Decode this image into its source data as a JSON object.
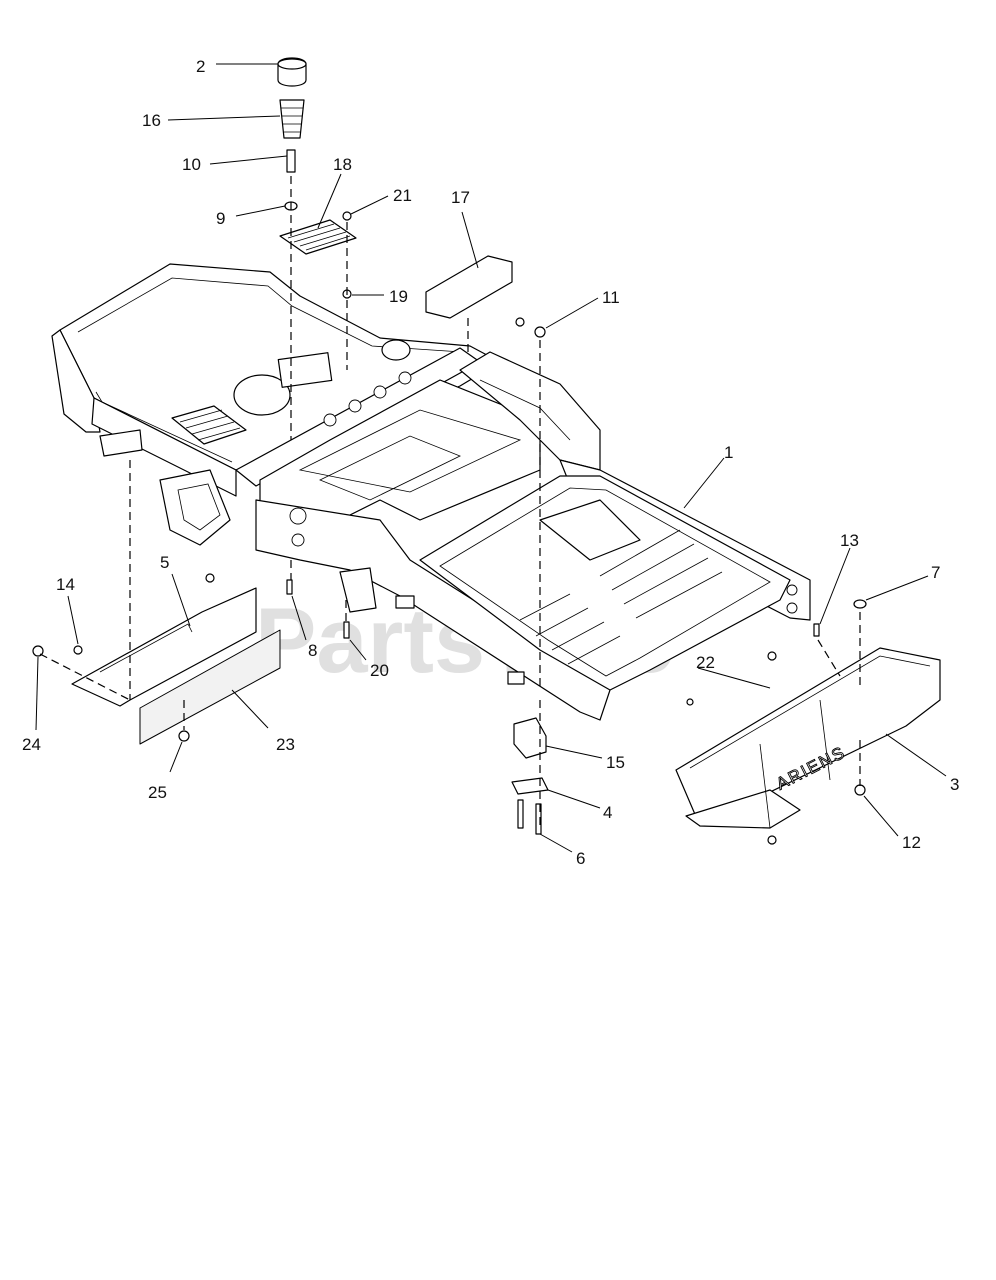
{
  "diagram": {
    "brand_text": "ARIENS",
    "watermark": "PartsTree",
    "callouts": [
      "1",
      "2",
      "3",
      "4",
      "5",
      "6",
      "7",
      "8",
      "9",
      "10",
      "11",
      "12",
      "13",
      "14",
      "15",
      "16",
      "17",
      "18",
      "19",
      "20",
      "21",
      "22",
      "23",
      "24",
      "25"
    ]
  }
}
